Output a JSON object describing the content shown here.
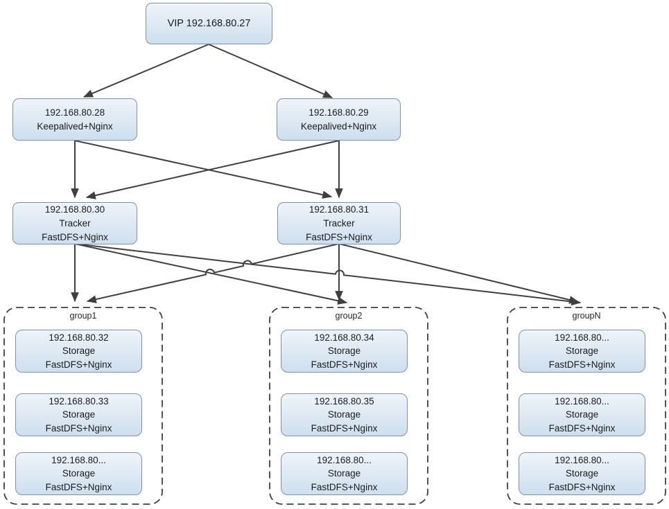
{
  "vip": {
    "label": "VIP 192.168.80.27"
  },
  "lb": [
    {
      "ip": "192.168.80.28",
      "role": "Keepalived+Nginx"
    },
    {
      "ip": "192.168.80.29",
      "role": "Keepalived+Nginx"
    }
  ],
  "trackers": [
    {
      "ip": "192.168.80.30",
      "role": "Tracker",
      "stack": "FastDFS+Nginx"
    },
    {
      "ip": "192.168.80.31",
      "role": "Tracker",
      "stack": "FastDFS+Nginx"
    }
  ],
  "groups": [
    {
      "title": "group1",
      "storages": [
        {
          "ip": "192.168.80.32",
          "role": "Storage",
          "stack": "FastDFS+Nginx"
        },
        {
          "ip": "192.168.80.33",
          "role": "Storage",
          "stack": "FastDFS+Nginx"
        },
        {
          "ip": "192.168.80...",
          "role": "Storage",
          "stack": "FastDFS+Nginx"
        }
      ]
    },
    {
      "title": "group2",
      "storages": [
        {
          "ip": "192.168.80.34",
          "role": "Storage",
          "stack": "FastDFS+Nginx"
        },
        {
          "ip": "192.168.80.35",
          "role": "Storage",
          "stack": "FastDFS+Nginx"
        },
        {
          "ip": "192.168.80...",
          "role": "Storage",
          "stack": "FastDFS+Nginx"
        }
      ]
    },
    {
      "title": "groupN",
      "storages": [
        {
          "ip": "192.168.80...",
          "role": "Storage",
          "stack": "FastDFS+Nginx"
        },
        {
          "ip": "192.168.80...",
          "role": "Storage",
          "stack": "FastDFS+Nginx"
        },
        {
          "ip": "192.168.80...",
          "role": "Storage",
          "stack": "FastDFS+Nginx"
        }
      ]
    }
  ],
  "edges": [
    {
      "from": "VIP 192.168.80.27",
      "to": "192.168.80.28"
    },
    {
      "from": "VIP 192.168.80.27",
      "to": "192.168.80.29"
    },
    {
      "from": "192.168.80.28",
      "to": "192.168.80.30"
    },
    {
      "from": "192.168.80.28",
      "to": "192.168.80.31"
    },
    {
      "from": "192.168.80.29",
      "to": "192.168.80.30"
    },
    {
      "from": "192.168.80.29",
      "to": "192.168.80.31"
    },
    {
      "from": "192.168.80.30",
      "to": "group1"
    },
    {
      "from": "192.168.80.30",
      "to": "group2"
    },
    {
      "from": "192.168.80.30",
      "to": "groupN"
    },
    {
      "from": "192.168.80.31",
      "to": "group1"
    },
    {
      "from": "192.168.80.31",
      "to": "group2"
    },
    {
      "from": "192.168.80.31",
      "to": "groupN"
    }
  ],
  "colors": {
    "node_fill_top": "#eef4fa",
    "node_fill_bottom": "#cddfee",
    "node_border": "#8291a1",
    "connector": "#3f3f3f",
    "group_border": "#3f3f3f",
    "text": "#1c1c1c"
  }
}
